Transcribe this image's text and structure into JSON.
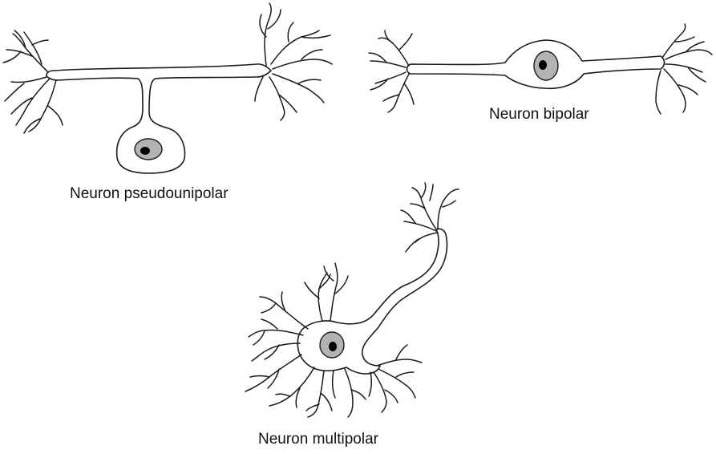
{
  "figure": {
    "labels": {
      "pseudounipolar": "Neuron pseudounipolar",
      "bipolar": "Neuron bipolar",
      "multipolar": "Neuron multipolar"
    },
    "colors": {
      "outline": "#1a1a1a",
      "cell_fill": "#ffffff",
      "nucleus_fill": "#b3b3b3",
      "nucleolus_fill": "#000000"
    }
  }
}
